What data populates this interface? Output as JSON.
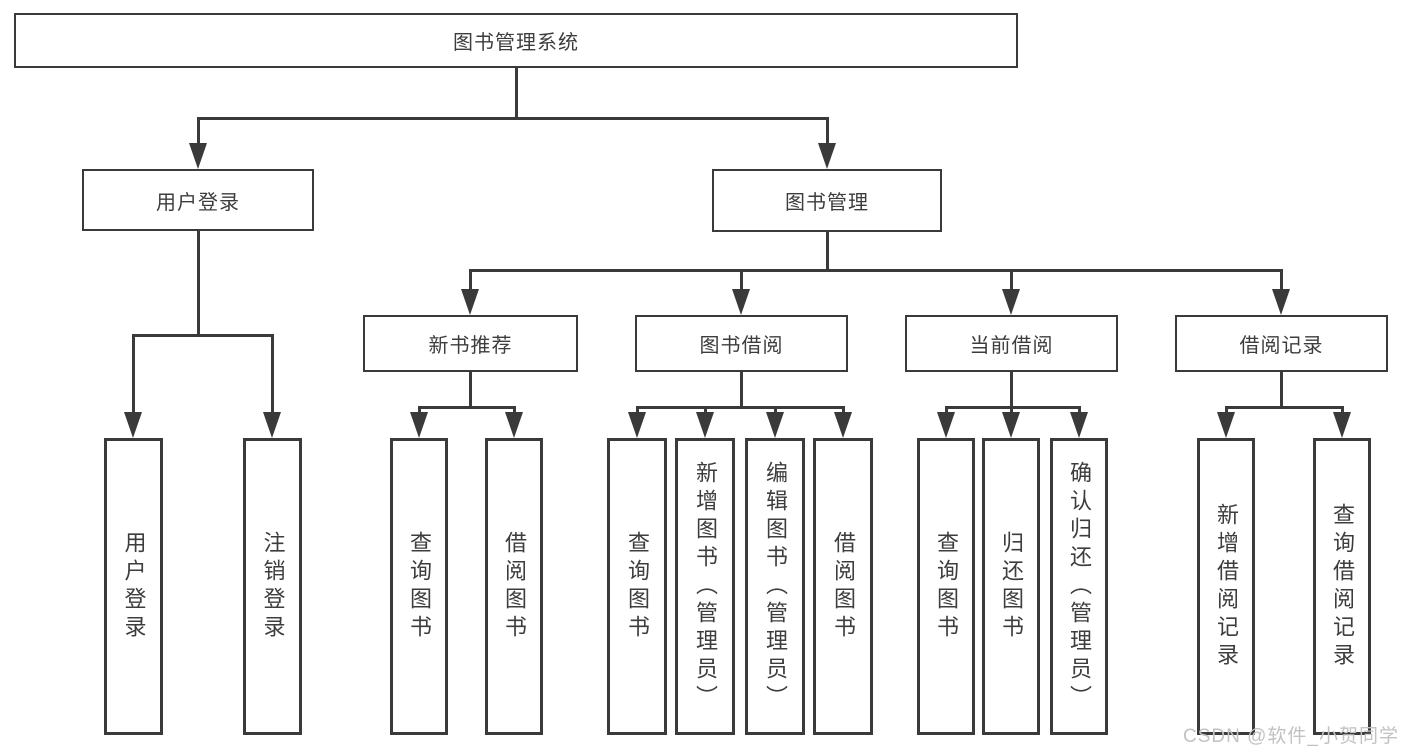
{
  "diagram_title": "图书管理系统",
  "tree": {
    "root": {
      "label": "图书管理系统",
      "children": [
        {
          "label": "用户登录",
          "children": [
            {
              "label": "用户登录"
            },
            {
              "label": "注销登录"
            }
          ]
        },
        {
          "label": "图书管理",
          "children": [
            {
              "label": "新书推荐",
              "children": [
                {
                  "label": "查询图书"
                },
                {
                  "label": "借阅图书"
                }
              ]
            },
            {
              "label": "图书借阅",
              "children": [
                {
                  "label": "查询图书"
                },
                {
                  "label": "新增图书（管理员）"
                },
                {
                  "label": "编辑图书（管理员）"
                },
                {
                  "label": "借阅图书"
                }
              ]
            },
            {
              "label": "当前借阅",
              "children": [
                {
                  "label": "查询图书"
                },
                {
                  "label": "归还图书"
                },
                {
                  "label": "确认归还（管理员）"
                }
              ]
            },
            {
              "label": "借阅记录",
              "children": [
                {
                  "label": "新增借阅记录"
                },
                {
                  "label": "查询借阅记录"
                }
              ]
            }
          ]
        }
      ]
    }
  },
  "watermark": "CSDN @软件_小贺同学",
  "colors": {
    "background": "#ffffff",
    "line": "#3a3a3a",
    "box_border": "#3a3a3a",
    "text": "#3d3d3d",
    "watermark": "#c2c2c2"
  }
}
